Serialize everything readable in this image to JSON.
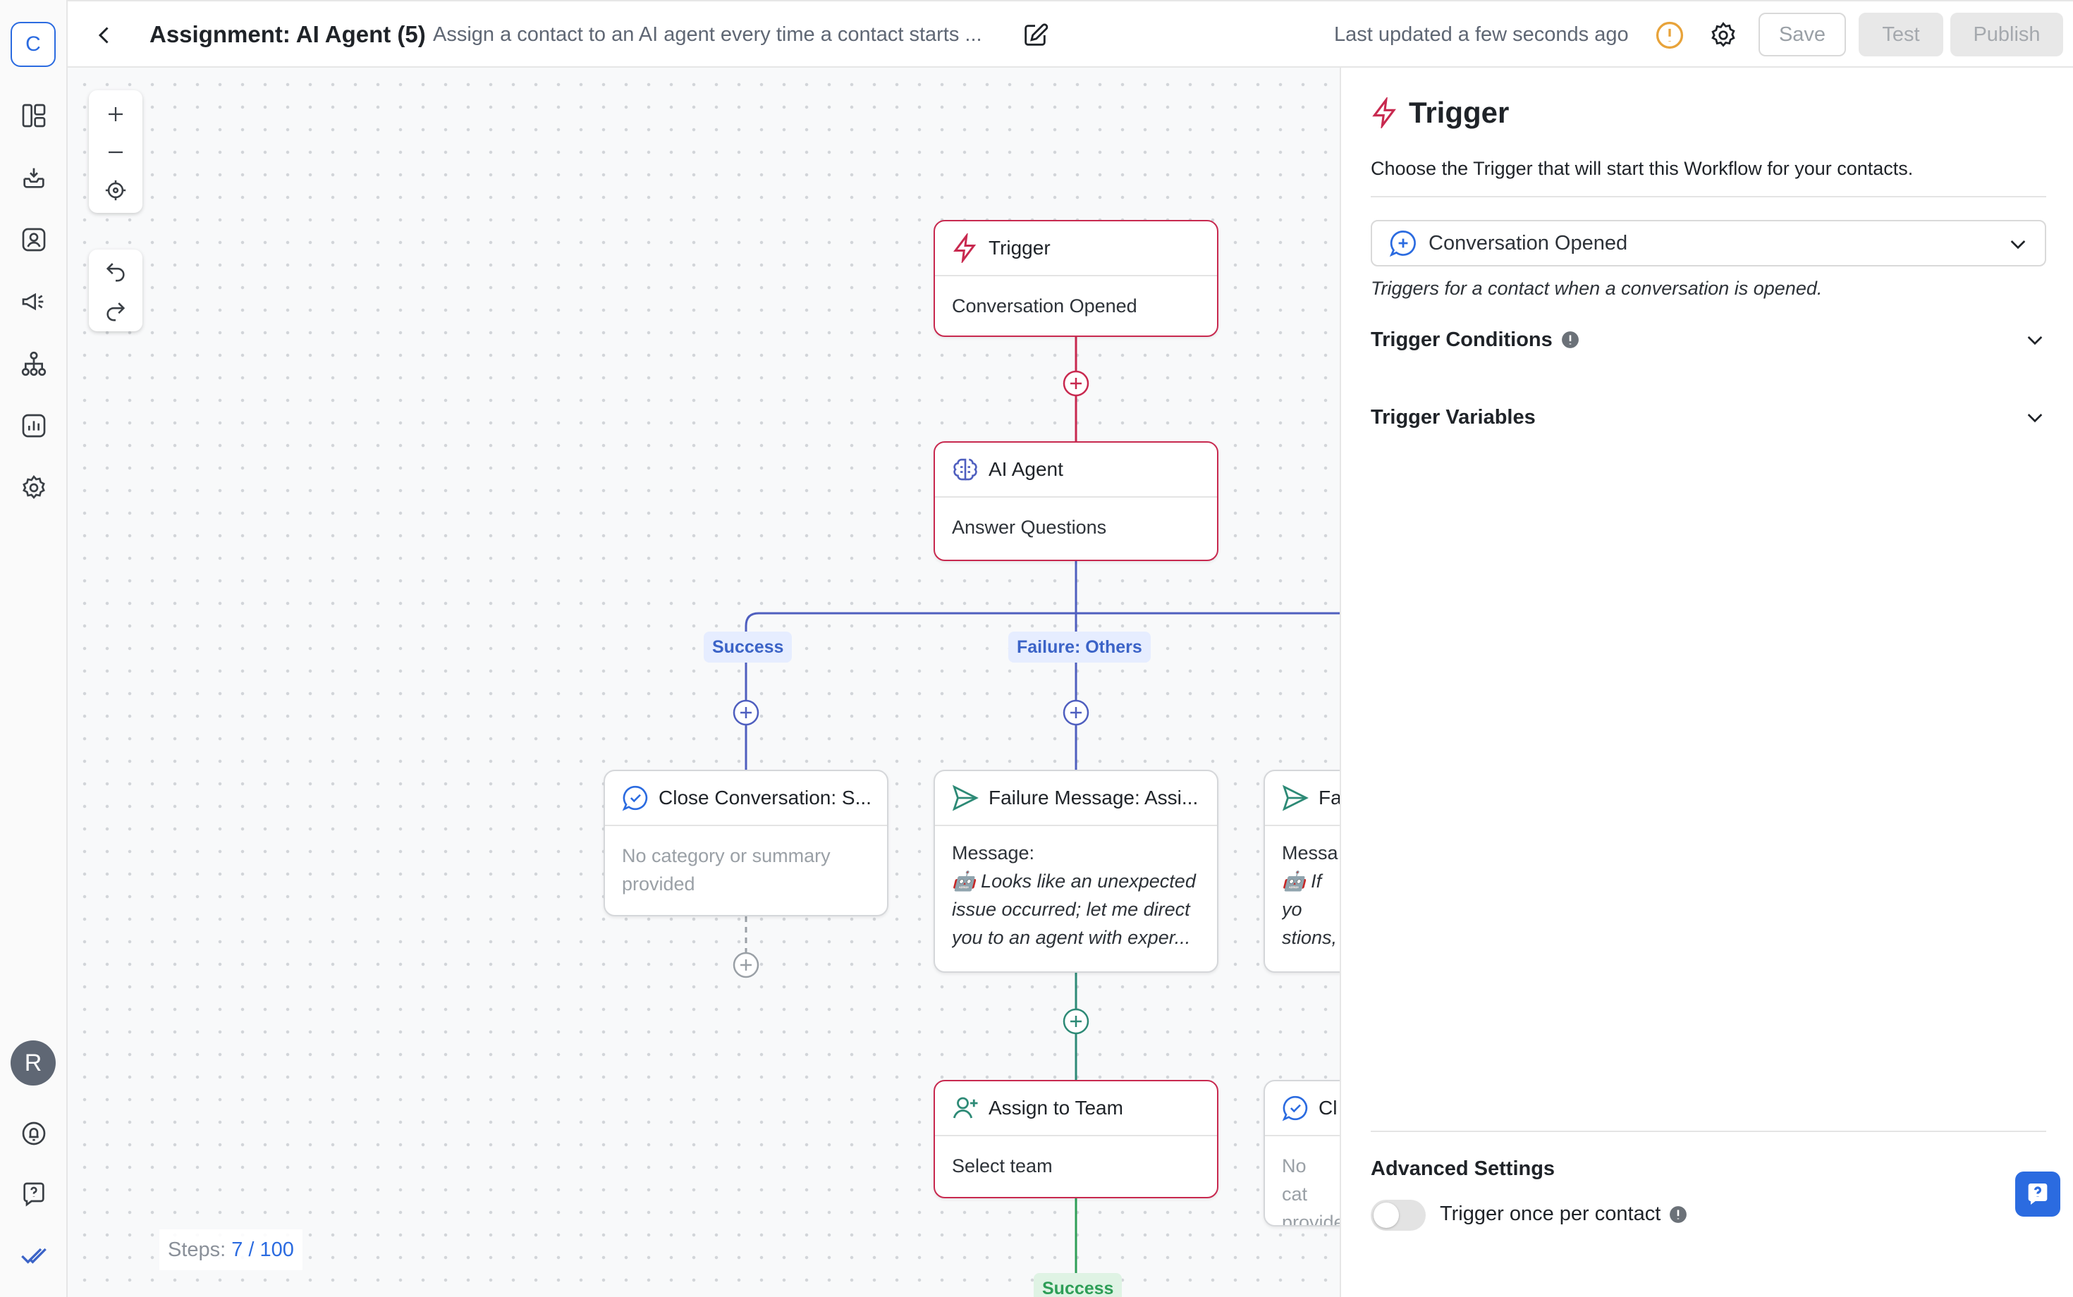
{
  "app": {
    "logo_letter": "C",
    "user_initial": "R"
  },
  "header": {
    "title": "Assignment: AI Agent (5)",
    "description": "Assign a contact to an AI agent every time a contact starts ...",
    "last_updated": "Last updated a few seconds ago",
    "save_label": "Save",
    "test_label": "Test",
    "publish_label": "Publish"
  },
  "canvas": {
    "steps_label": "Steps:",
    "steps_value": "7 / 100",
    "nodes": {
      "trigger": {
        "title": "Trigger",
        "body": "Conversation Opened"
      },
      "ai_agent": {
        "title": "AI Agent",
        "body": "Answer Questions"
      },
      "close_conv": {
        "title": "Close Conversation: S...",
        "body": "No category or summary provided"
      },
      "failure_msg": {
        "title": "Failure Message: Assi...",
        "label": "Message:",
        "body": "🤖 Looks like an unexpected issue occurred; let me direct you to an agent with exper..."
      },
      "failure_msg_2": {
        "title": "Fa",
        "label": "Messa",
        "body": "🤖 If yo stions, rsation"
      },
      "assign_team": {
        "title": "Assign to Team",
        "body": "Select team"
      },
      "close_conv_2": {
        "title": "Cl",
        "body": "No cat provide"
      }
    },
    "badges": {
      "success": "Success",
      "failure_others": "Failure: Others",
      "success_bottom": "Success"
    }
  },
  "panel": {
    "title": "Trigger",
    "subtitle": "Choose the Trigger that will start this Workflow for your contacts.",
    "selected_trigger": "Conversation Opened",
    "hint": "Triggers for a contact when a conversation is opened.",
    "conditions_label": "Trigger Conditions",
    "variables_label": "Trigger Variables",
    "advanced_label": "Advanced Settings",
    "toggle_label": "Trigger once per contact",
    "toggle_on": false
  },
  "colors": {
    "accent": "#2b6be0",
    "trigger_red": "#c8294f",
    "branch_blue": "#4f5fbf",
    "success_green": "#2e9e57",
    "teal": "#2d8a76",
    "warning": "#e8a33a"
  },
  "icons": {
    "rail": [
      "layout-icon",
      "inbox-icon",
      "contacts-icon",
      "megaphone-icon",
      "workflow-icon",
      "reports-icon",
      "settings-icon",
      "bell-icon",
      "help-icon",
      "check-double-icon"
    ]
  }
}
